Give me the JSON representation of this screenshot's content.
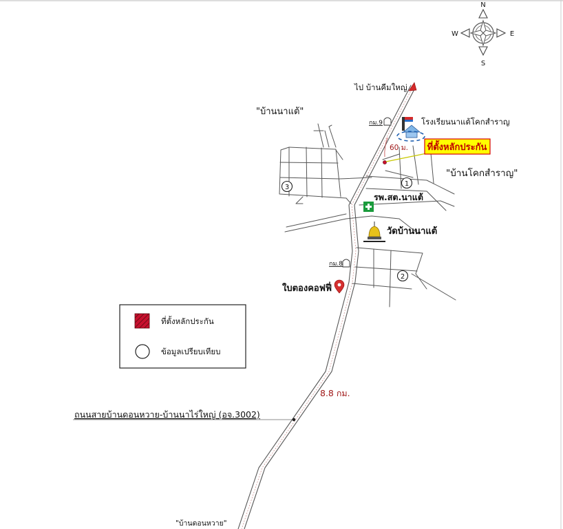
{
  "compass": {
    "north": "N",
    "south": "S",
    "east": "E",
    "west": "W"
  },
  "destination": {
    "text": "ไป บ้านคีมใหญ่"
  },
  "villages": {
    "na_tae": "\"บ้านนาแต้\"",
    "khok_samran": "\"บ้านโคกสำราญ\"",
    "don_wai": "\"บ้านดอนหวาย\""
  },
  "km_markers": {
    "km9": "กม.9",
    "km8": "กม.8"
  },
  "places": {
    "school": "โรงเรียนนาแต้โคกสำราญ",
    "health_center": "รพ.สต.นาแต้",
    "temple": "วัดบ้านนาแต้",
    "coffee_shop": "ใบตองคอฟฟี่"
  },
  "collateral": {
    "label": "ที่ตั้งหลักประกัน",
    "distance": "60 ม."
  },
  "comparables": [
    "1",
    "2",
    "3"
  ],
  "route_distance": "8.8 กม.",
  "main_road": "ถนนสายบ้านดอนหวาย-บ้านนาไร่ใหญ่ (อจ.3002)",
  "legend": {
    "collateral": "ที่ตั้งหลักประกัน",
    "comparison": "ข้อมูลเปรียบเทียบ"
  },
  "colors": {
    "collateral_highlight": "#ffff00",
    "collateral_outline": "#d40000",
    "distance_text": "#a01818",
    "health_green": "#1a9b3c",
    "temple_gold": "#d4a800",
    "school_blue": "#2a6fc9",
    "road": "#555555"
  }
}
